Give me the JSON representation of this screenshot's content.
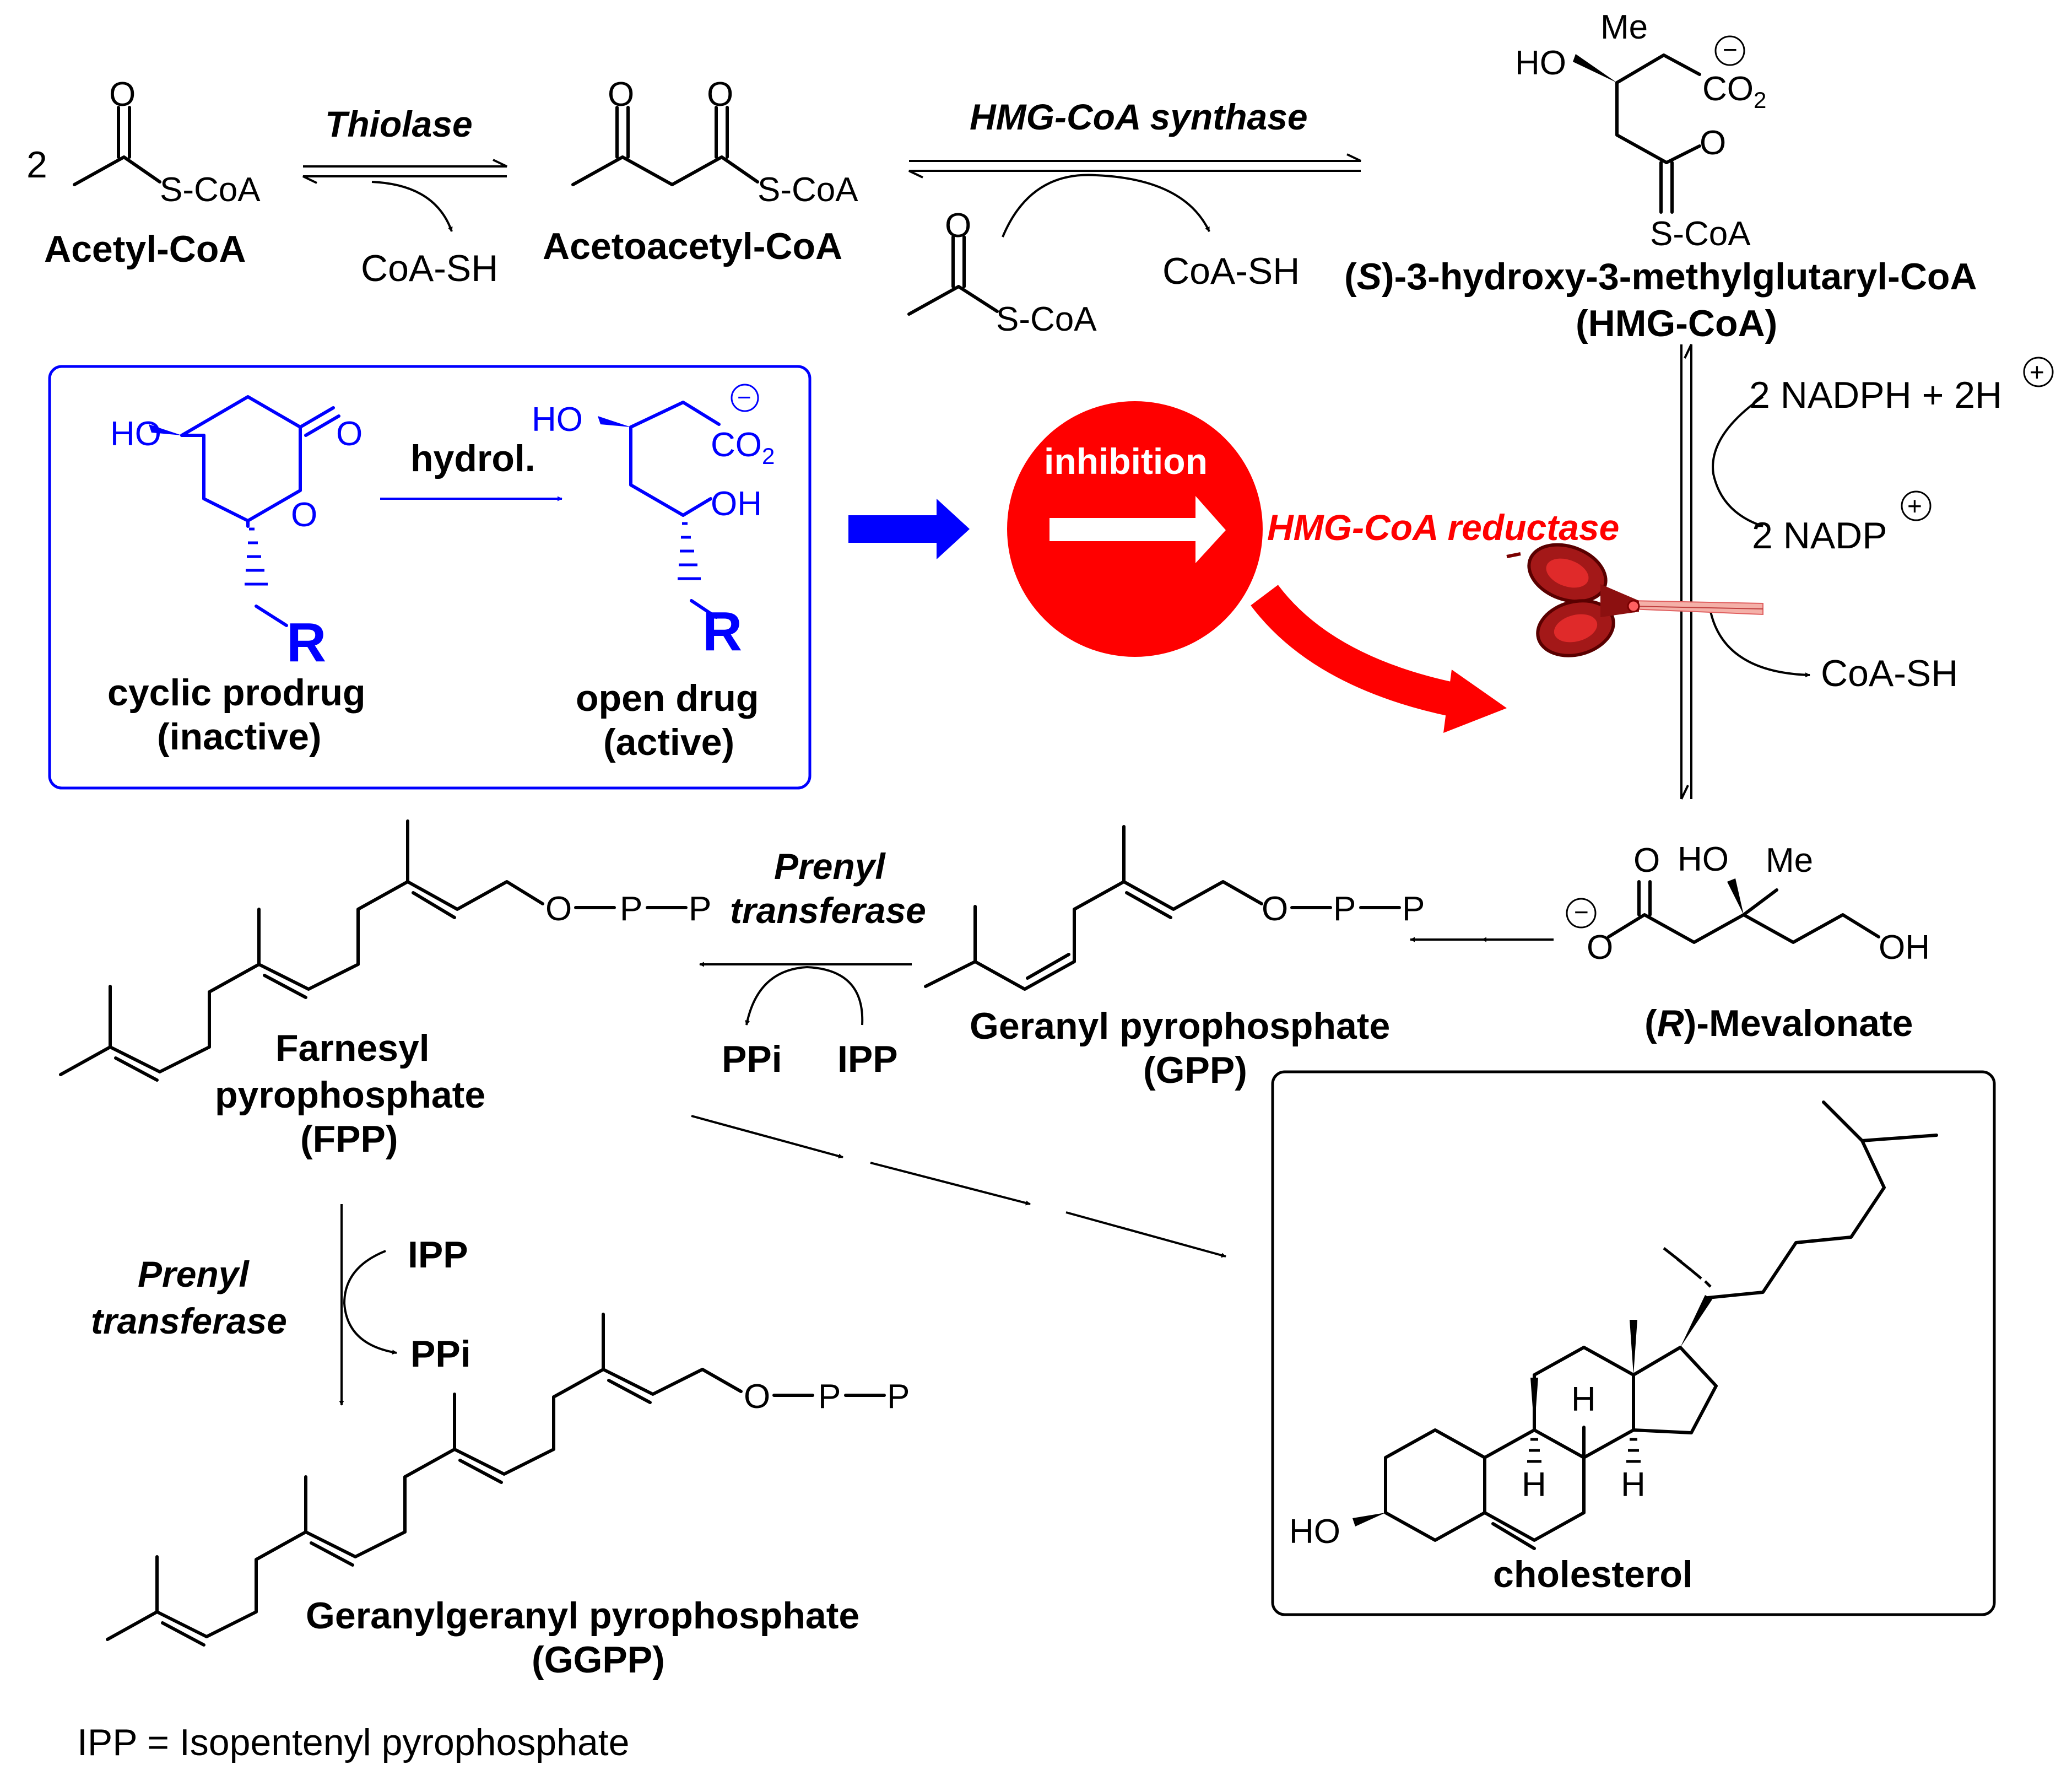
{
  "top": {
    "coefficient": "2",
    "acetyl_coa": "Acetyl-CoA",
    "acetoacetyl_coa": "Acetoacetyl-CoA",
    "thiolase": "Thiolase",
    "hmg_synthase": "HMG-CoA synthase",
    "coash_1": "CoA-SH",
    "coash_2": "CoA-SH",
    "hmg_name_prefix": "(",
    "hmg_name_stereo": "S",
    "hmg_name_rest": ")-3-hydroxy-3-methylglutaryl-CoA",
    "hmg_abbrev": "(HMG-CoA)"
  },
  "atoms": {
    "O": "O",
    "SCoA": "S-CoA",
    "HO": "HO",
    "OH": "OH",
    "Me": "Me",
    "CO2": "CO",
    "sub2": "2",
    "minus": "−",
    "plus": "+",
    "R": "R",
    "P": "P",
    "H": "H"
  },
  "prodrug_box": {
    "hydrol": "hydrol.",
    "cyclic_line1": "cyclic prodrug",
    "cyclic_line2": "(inactive)",
    "open_line1": "open drug",
    "open_line2": "(active)"
  },
  "inhibition": {
    "label": "inhibition",
    "enzyme": "HMG-CoA reductase"
  },
  "reductase_step": {
    "nadph": "2 NADPH + 2H",
    "nadp": "2 NADP",
    "coash": "CoA-SH"
  },
  "mevalonate": {
    "name_prefix": "(",
    "name_stereo": "R",
    "name_rest": ")-Mevalonate"
  },
  "gpp": {
    "line1": "Geranyl pyrophosphate",
    "line2": "(GPP)"
  },
  "fpp": {
    "line1": "Farnesyl",
    "line2": "pyrophosphate",
    "line3": "(FPP)"
  },
  "ggpp": {
    "line1": "Geranylgeranyl pyrophosphate",
    "line2": "(GGPP)"
  },
  "prenyl_1": {
    "line1": "Prenyl",
    "line2": "transferase",
    "ppi": "PPi",
    "ipp": "IPP"
  },
  "prenyl_2": {
    "line1": "Prenyl",
    "line2": "transferase",
    "ppi": "PPi",
    "ipp": "IPP"
  },
  "cholesterol": {
    "label": "cholesterol"
  },
  "footnote": "IPP = Isopentenyl pyrophosphate",
  "colors": {
    "blue": "#0000ff",
    "red": "#ff0000",
    "scissor": "#b01515",
    "black": "#000000"
  },
  "icons": [
    "scissors-icon",
    "inhibition-disc-icon"
  ]
}
